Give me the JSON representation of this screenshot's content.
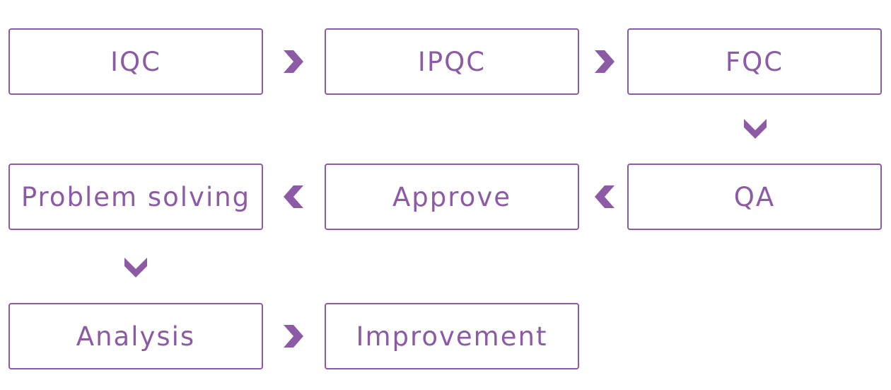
{
  "diagram": {
    "accent_color": "#8d5ba5",
    "nodes": [
      {
        "id": "iqc",
        "label": "IQC"
      },
      {
        "id": "ipqc",
        "label": "IPQC"
      },
      {
        "id": "fqc",
        "label": "FQC"
      },
      {
        "id": "qa",
        "label": "QA"
      },
      {
        "id": "approve",
        "label": "Approve"
      },
      {
        "id": "problem-solving",
        "label": "Problem solving"
      },
      {
        "id": "analysis",
        "label": "Analysis"
      },
      {
        "id": "improvement",
        "label": "Improvement"
      }
    ],
    "edges": [
      {
        "from": "iqc",
        "to": "ipqc",
        "direction": "right"
      },
      {
        "from": "ipqc",
        "to": "fqc",
        "direction": "right"
      },
      {
        "from": "fqc",
        "to": "qa",
        "direction": "down"
      },
      {
        "from": "qa",
        "to": "approve",
        "direction": "left"
      },
      {
        "from": "approve",
        "to": "problem-solving",
        "direction": "left"
      },
      {
        "from": "problem-solving",
        "to": "analysis",
        "direction": "down"
      },
      {
        "from": "analysis",
        "to": "improvement",
        "direction": "right"
      }
    ]
  }
}
